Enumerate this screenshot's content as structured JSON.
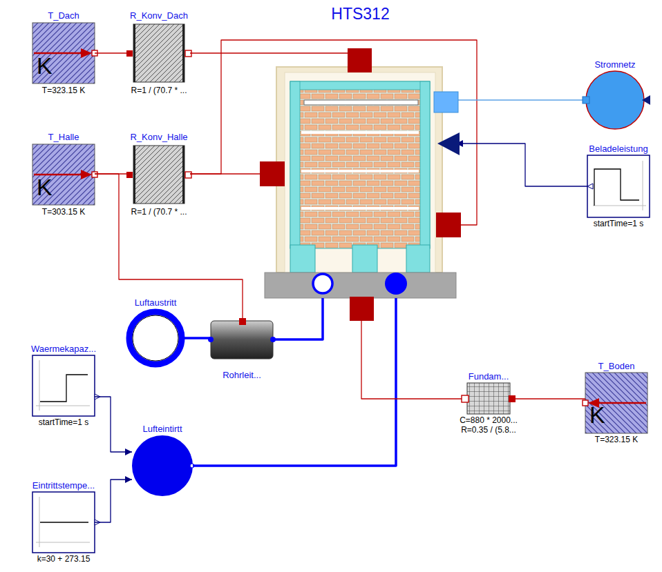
{
  "diagram": {
    "nodes": [
      {
        "text": [
          "T_Dach",
          "K",
          "T=323.15 K"
        ]
      },
      {
        "text": [
          "R_Konv_Dach",
          "R=1 / (70.7 * ..."
        ]
      },
      {
        "text": [
          "HTS312"
        ]
      },
      {
        "text": [
          "Stromnetz"
        ]
      },
      {
        "text": [
          "T_Halle",
          "K",
          "T=303.15 K"
        ]
      },
      {
        "text": [
          "R_Konv_Halle",
          "R=1 / (70.7 * ..."
        ]
      },
      {
        "text": [
          "Beladeleistung",
          "startTime=1 s"
        ]
      },
      {
        "text": [
          "Luftaustritt"
        ]
      },
      {
        "text": [
          "Rohrleit..."
        ]
      },
      {
        "text": [
          "Waermekapaz...",
          "startTime=1 s"
        ]
      },
      {
        "text": [
          "Lufteintirtt"
        ]
      },
      {
        "text": [
          "Fundam...",
          "C=880 * 2000...",
          "R=0.35 / (5.8..."
        ]
      },
      {
        "text": [
          "T_Boden",
          "K",
          "T=323.15 K"
        ]
      },
      {
        "text": [
          "Eintrittstempe...",
          "k=30 + 273.15"
        ]
      }
    ],
    "edges": [
      {
        "from": 0,
        "to": 1,
        "arrow": "none"
      },
      {
        "from": 1,
        "to": 2,
        "arrow": "none"
      },
      {
        "from": 4,
        "to": 5,
        "arrow": "none"
      },
      {
        "from": 5,
        "to": 2,
        "arrow": "none"
      },
      {
        "from": 5,
        "to": 2,
        "arrow": "none"
      },
      {
        "from": 4,
        "to": 8,
        "arrow": "none"
      },
      {
        "from": 3,
        "to": 2,
        "arrow": "none"
      },
      {
        "from": 6,
        "to": 2,
        "arrow": "to"
      },
      {
        "from": 7,
        "to": 8,
        "arrow": "none"
      },
      {
        "from": 8,
        "to": 2,
        "arrow": "none"
      },
      {
        "from": 9,
        "to": 10,
        "arrow": "to"
      },
      {
        "from": 13,
        "to": 10,
        "arrow": "to"
      },
      {
        "from": 10,
        "to": 2,
        "arrow": "none"
      },
      {
        "from": 2,
        "to": 11,
        "arrow": "none"
      },
      {
        "from": 11,
        "to": 12,
        "arrow": "none"
      }
    ]
  }
}
